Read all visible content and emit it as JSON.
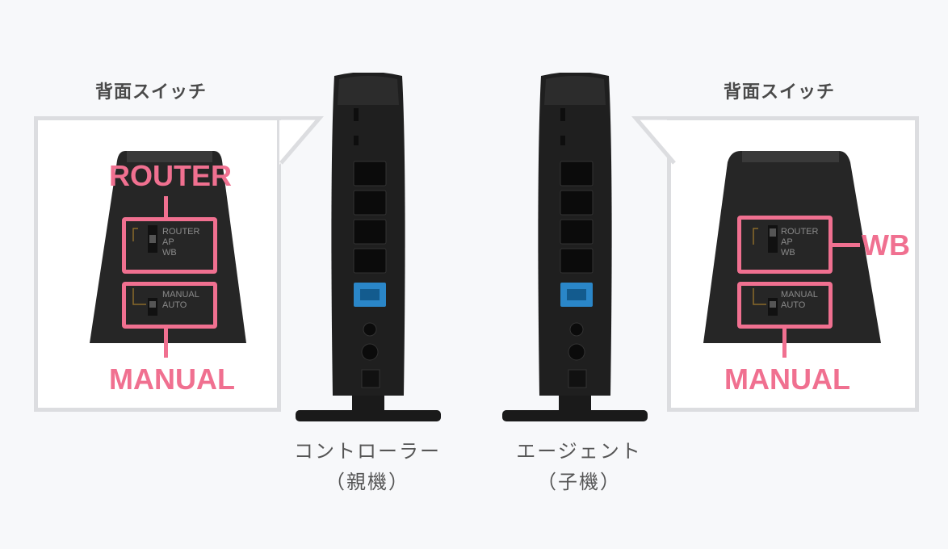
{
  "left": {
    "heading": "背面スイッチ",
    "top_label": "ROUTER",
    "bottom_label": "MANUAL",
    "switch1": [
      "ROUTER",
      "AP",
      "WB"
    ],
    "switch2": [
      "MANUAL",
      "AUTO"
    ],
    "caption_line1": "コントローラー",
    "caption_line2": "（親機）"
  },
  "right": {
    "heading": "背面スイッチ",
    "side_label": "WB",
    "bottom_label": "MANUAL",
    "switch1": [
      "ROUTER",
      "AP",
      "WB"
    ],
    "switch2": [
      "MANUAL",
      "AUTO"
    ],
    "caption_line1": "エージェント",
    "caption_line2": "（子機）"
  },
  "colors": {
    "accent": "#f07090",
    "device": "#222222",
    "port_blue": "#2a86c8",
    "panel_border": "#dcdde0"
  }
}
